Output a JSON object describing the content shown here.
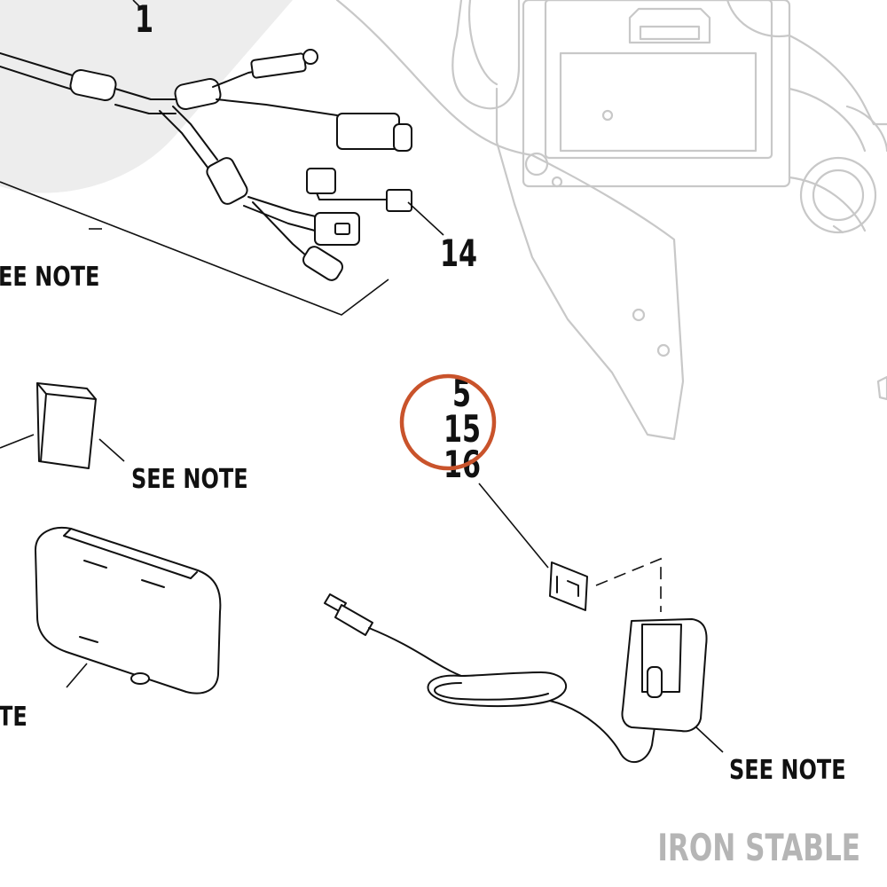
{
  "diagram": {
    "callouts": [
      {
        "id": "part-1",
        "label": "1"
      },
      {
        "id": "part-14",
        "label": "14"
      },
      {
        "id": "part-5",
        "label": "5"
      },
      {
        "id": "part-15",
        "label": "15"
      },
      {
        "id": "part-16",
        "label": "16"
      }
    ],
    "notes": [
      {
        "id": "harness-note",
        "text": "EE NOTE"
      },
      {
        "id": "battery-note",
        "text": "SEE NOTE"
      },
      {
        "id": "case-note",
        "text": "TE"
      },
      {
        "id": "charger-note",
        "text": "SEE NOTE"
      }
    ],
    "highlight": {
      "target": "15",
      "color": "#c9532b"
    },
    "colors": {
      "ink": "#111111",
      "ghost": "#c8c8c8",
      "watermark": "#ededed",
      "brand_text": "#b5b5b5"
    }
  },
  "watermark": {
    "text": "IRON STABLE",
    "icon": "horseshoe-watermark-icon"
  }
}
